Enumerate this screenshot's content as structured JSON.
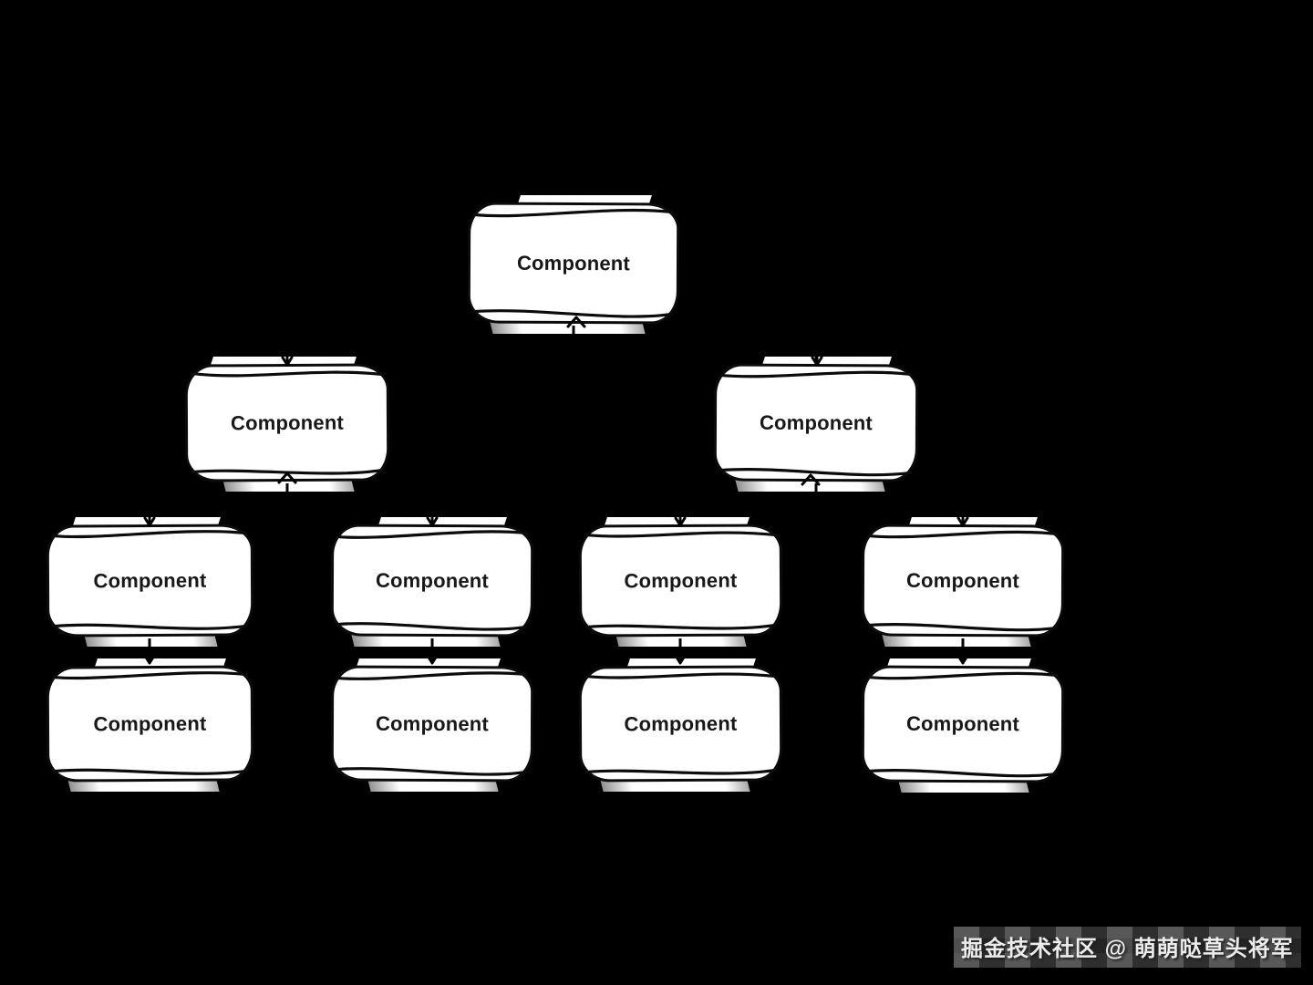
{
  "diagram": {
    "nodes": [
      {
        "id": "root",
        "level": 1,
        "label": "Component"
      },
      {
        "id": "l2-left",
        "level": 2,
        "label": "Component"
      },
      {
        "id": "l2-right",
        "level": 2,
        "label": "Component"
      },
      {
        "id": "l3-1",
        "level": 3,
        "label": "Component"
      },
      {
        "id": "l3-2",
        "level": 3,
        "label": "Component"
      },
      {
        "id": "l3-3",
        "level": 3,
        "label": "Component"
      },
      {
        "id": "l3-4",
        "level": 3,
        "label": "Component"
      },
      {
        "id": "l4-1",
        "level": 4,
        "label": "Component"
      },
      {
        "id": "l4-2",
        "level": 4,
        "label": "Component"
      },
      {
        "id": "l4-3",
        "level": 4,
        "label": "Component"
      },
      {
        "id": "l4-4",
        "level": 4,
        "label": "Component"
      }
    ],
    "edges": [
      [
        "root",
        "l2-left"
      ],
      [
        "root",
        "l2-right"
      ],
      [
        "l2-left",
        "l3-1"
      ],
      [
        "l2-left",
        "l3-2"
      ],
      [
        "l2-right",
        "l3-3"
      ],
      [
        "l2-right",
        "l3-4"
      ],
      [
        "l3-1",
        "l4-1"
      ],
      [
        "l3-2",
        "l4-2"
      ],
      [
        "l3-3",
        "l4-3"
      ],
      [
        "l3-4",
        "l4-4"
      ]
    ],
    "colors": {
      "background": "#000000",
      "node_fill": "#ffffff",
      "node_stroke": "#0b0b0b",
      "node_text": "#181818"
    }
  },
  "watermark": {
    "text": "掘金技术社区 @ 萌萌哒草头将军",
    "color": "#ececec"
  }
}
